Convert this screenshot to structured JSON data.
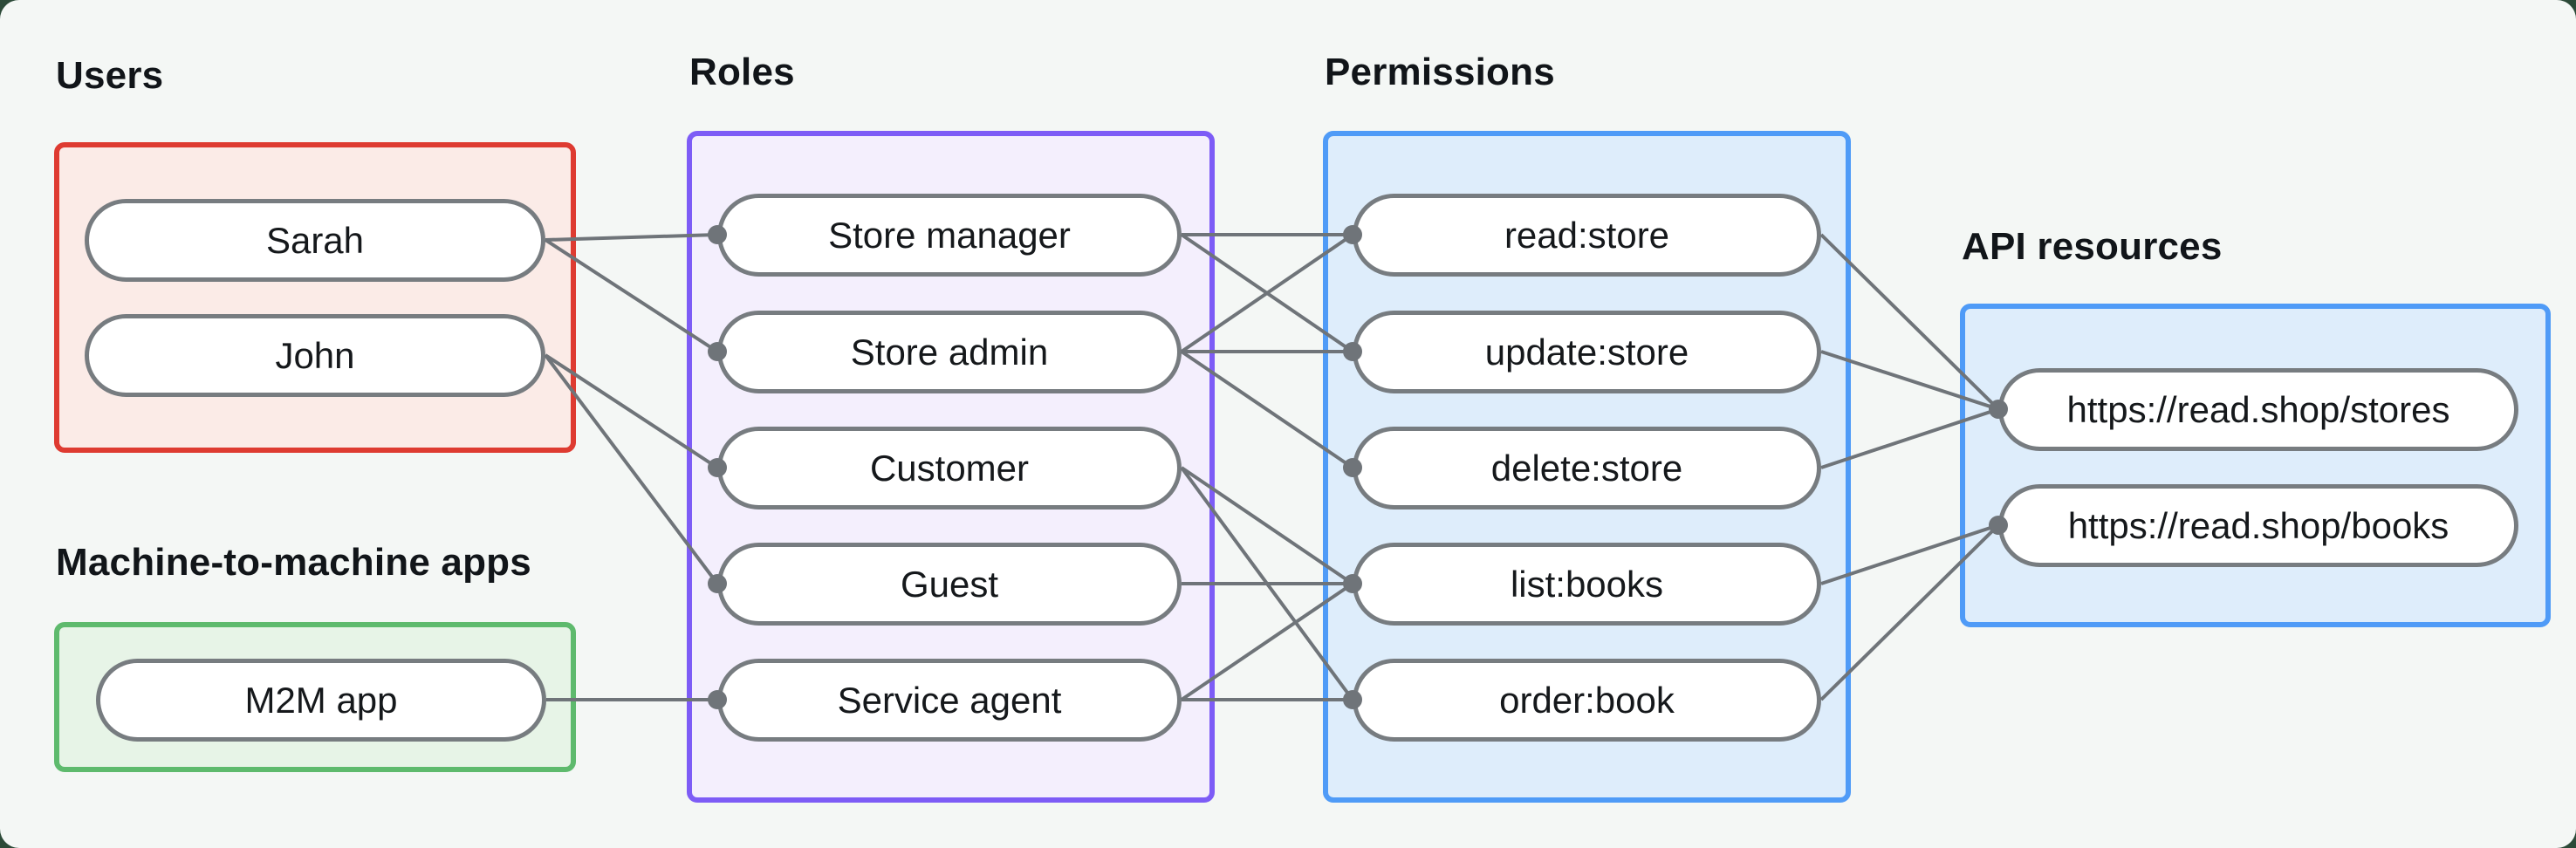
{
  "groups": {
    "users": {
      "label": "Users",
      "nodes": [
        "Sarah",
        "John"
      ],
      "border_color": "#DE3B31",
      "fill_color": "#FBEBE7"
    },
    "m2m": {
      "label": "Machine-to-machine apps",
      "nodes": [
        "M2M app"
      ],
      "border_color": "#5EBA6D",
      "fill_color": "#E7F4E7"
    },
    "roles": {
      "label": "Roles",
      "nodes": [
        "Store manager",
        "Store admin",
        "Customer",
        "Guest",
        "Service agent"
      ],
      "border_color": "#7D5CF6",
      "fill_color": "#F4EFFD"
    },
    "permissions": {
      "label": "Permissions",
      "nodes": [
        "read:store",
        "update:store",
        "delete:store",
        "list:books",
        "order:book"
      ],
      "border_color": "#4F9BF7",
      "fill_color": "#DEEDFB"
    },
    "api_resources": {
      "label": "API resources",
      "nodes": [
        "https://read.shop/stores",
        "https://read.shop/books"
      ],
      "border_color": "#4F9BF7",
      "fill_color": "#DEEDFB"
    }
  },
  "edges": {
    "user_to_role": [
      [
        "Sarah",
        "Store manager"
      ],
      [
        "Sarah",
        "Store admin"
      ],
      [
        "John",
        "Customer"
      ],
      [
        "John",
        "Guest"
      ],
      [
        "M2M app",
        "Service agent"
      ]
    ],
    "role_to_permission": [
      [
        "Store manager",
        "read:store"
      ],
      [
        "Store manager",
        "update:store"
      ],
      [
        "Store admin",
        "read:store"
      ],
      [
        "Store admin",
        "update:store"
      ],
      [
        "Store admin",
        "delete:store"
      ],
      [
        "Customer",
        "list:books"
      ],
      [
        "Customer",
        "order:book"
      ],
      [
        "Guest",
        "list:books"
      ],
      [
        "Service agent",
        "list:books"
      ],
      [
        "Service agent",
        "order:book"
      ]
    ],
    "permission_to_resource": [
      [
        "read:store",
        "https://read.shop/stores"
      ],
      [
        "update:store",
        "https://read.shop/stores"
      ],
      [
        "delete:store",
        "https://read.shop/stores"
      ],
      [
        "list:books",
        "https://read.shop/books"
      ],
      [
        "order:book",
        "https://read.shop/books"
      ]
    ]
  },
  "colors": {
    "edge": "#6F7479",
    "node_border": "#777C80",
    "node_fill": "#FFFFFF",
    "text": "#15181B",
    "panel_bg": "#F4F7F5",
    "outer_bg": "#2C4A38"
  }
}
